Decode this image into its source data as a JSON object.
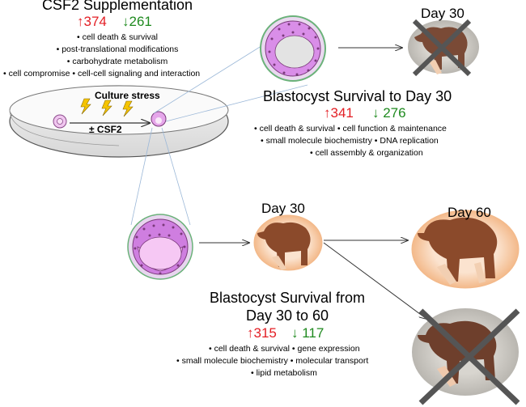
{
  "panel1": {
    "title": "CSF2 Supplementation",
    "up": "↑374",
    "down": "↓261",
    "bullets": [
      "• cell death & survival",
      "• post-translational modifications",
      "• carbohydrate metabolism",
      "• cell compromise  • cell-cell signaling and interaction"
    ]
  },
  "dish": {
    "stress_label": "Culture stress",
    "csf2_label": "± CSF2"
  },
  "panel2": {
    "day_label": "Day 30",
    "title": "Blastocyst Survival to Day 30",
    "up": "↑341",
    "down": "↓ 276",
    "bullets": [
      "•  cell death & survival  • cell function & maintenance",
      "•  small molecule biochemistry •  DNA replication",
      "•  cell assembly & organization"
    ]
  },
  "panel3": {
    "day30_label": "Day 30",
    "day60_label": "Day 60",
    "title_line1": "Blastocyst Survival from",
    "title_line2": "Day 30 to 60",
    "up": "↑315",
    "down": "↓ 117",
    "bullets": [
      "•  cell death & survival  • gene expression",
      "•  small molecule biochemistry  • molecular transport",
      "•  lipid metabolism"
    ]
  },
  "colors": {
    "up": "#e31e24",
    "down": "#1f8a1f",
    "fetus": "#8b4a2b",
    "halo": "#f3b98a",
    "blastocyst": "#d98ee8",
    "cross": "#666666"
  }
}
